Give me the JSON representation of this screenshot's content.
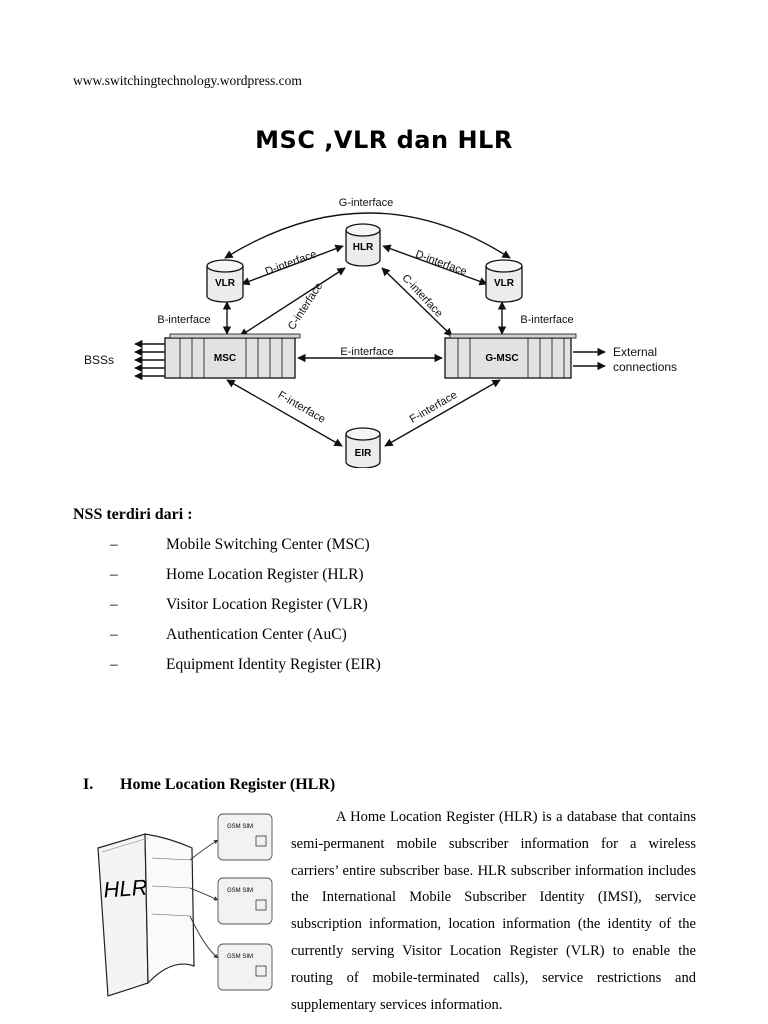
{
  "header": {
    "url": "www.switchingtechnology.wordpress.com"
  },
  "title": "MSC ,VLR dan HLR",
  "diagram": {
    "nodes": {
      "hlr": "HLR",
      "vlr_left": "VLR",
      "vlr_right": "VLR",
      "msc": "MSC",
      "gmsc": "G-MSC",
      "eir": "EIR"
    },
    "interfaces": {
      "g": "G-interface",
      "d_left": "D-interface",
      "d_right": "D-interface",
      "c_left": "C-interface",
      "c_right": "C-interface",
      "b_left": "B-interface",
      "b_right": "B-interface",
      "e": "E-interface",
      "f_left": "F-interface",
      "f_right": "F-interface"
    },
    "bss": "BSSs",
    "external_1": "External",
    "external_2": "connections"
  },
  "nss": {
    "heading": "NSS terdiri dari :",
    "dash": "–",
    "items": [
      "Mobile Switching Center (MSC)",
      "Home Location Register (HLR)",
      "Visitor Location Register (VLR)",
      "Authentication Center (AuC)",
      "Equipment Identity Register (EIR)"
    ]
  },
  "section": {
    "number": "I.",
    "title": "Home Location Register (HLR)",
    "paragraph": "A Home Location Register (HLR) is a database that contains semi-permanent mobile subscriber information for a wireless carriers’ entire subscriber base. HLR subscriber information includes the International Mobile Subscriber Identity (IMSI), service subscription information, location information (the identity of the currently serving Visitor Location Register (VLR) to enable the routing of mobile-terminated calls), service restrictions and supplementary services information."
  },
  "hlr_illustration": {
    "book_label": "HLR",
    "sim_label": "GSM SIM"
  }
}
